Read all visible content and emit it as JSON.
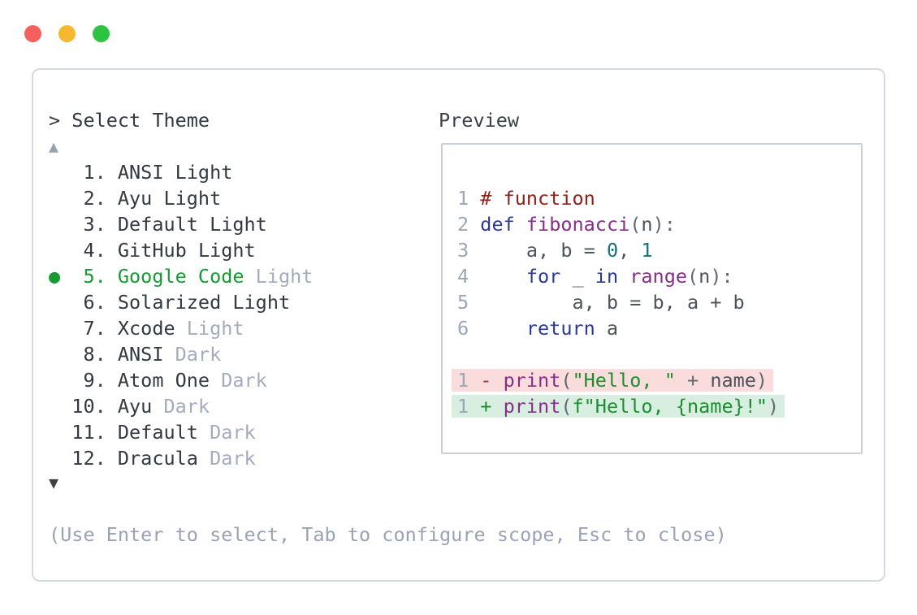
{
  "window": {
    "controls": [
      {
        "name": "close",
        "color": "#f4605c"
      },
      {
        "name": "minimize",
        "color": "#f5b82f"
      },
      {
        "name": "zoom",
        "color": "#2bc340"
      }
    ]
  },
  "prompt": "> Select Theme",
  "icons": {
    "scroll_up": "▲",
    "scroll_down": "▼",
    "selected_bullet": "●"
  },
  "themes": [
    {
      "number": "1",
      "name": "ANSI",
      "variant": "Light",
      "variant_dimmed": false,
      "selected": false
    },
    {
      "number": "2",
      "name": "Ayu",
      "variant": "Light",
      "variant_dimmed": false,
      "selected": false
    },
    {
      "number": "3",
      "name": "Default",
      "variant": "Light",
      "variant_dimmed": false,
      "selected": false
    },
    {
      "number": "4",
      "name": "GitHub",
      "variant": "Light",
      "variant_dimmed": false,
      "selected": false
    },
    {
      "number": "5",
      "name": "Google Code",
      "variant": "Light",
      "variant_dimmed": true,
      "selected": true
    },
    {
      "number": "6",
      "name": "Solarized",
      "variant": "Light",
      "variant_dimmed": false,
      "selected": false
    },
    {
      "number": "7",
      "name": "Xcode",
      "variant": "Light",
      "variant_dimmed": true,
      "selected": false
    },
    {
      "number": "8",
      "name": "ANSI",
      "variant": "Dark",
      "variant_dimmed": true,
      "selected": false
    },
    {
      "number": "9",
      "name": "Atom One",
      "variant": "Dark",
      "variant_dimmed": true,
      "selected": false
    },
    {
      "number": "10",
      "name": "Ayu",
      "variant": "Dark",
      "variant_dimmed": true,
      "selected": false
    },
    {
      "number": "11",
      "name": "Default",
      "variant": "Dark",
      "variant_dimmed": true,
      "selected": false
    },
    {
      "number": "12",
      "name": "Dracula",
      "variant": "Dark",
      "variant_dimmed": true,
      "selected": false
    }
  ],
  "preview": {
    "label": "Preview",
    "code_lines": [
      {
        "num": "1",
        "bg": null,
        "segments": [
          {
            "t": "# function",
            "c": "comment"
          }
        ]
      },
      {
        "num": "2",
        "bg": null,
        "segments": [
          {
            "t": "def",
            "c": "keyword"
          },
          {
            "t": " ",
            "c": "plain"
          },
          {
            "t": "fibonacci",
            "c": "type"
          },
          {
            "t": "(",
            "c": "punct"
          },
          {
            "t": "n",
            "c": "plain"
          },
          {
            "t": "):",
            "c": "punct"
          }
        ]
      },
      {
        "num": "3",
        "bg": null,
        "segments": [
          {
            "t": "    a, b = ",
            "c": "plain"
          },
          {
            "t": "0",
            "c": "literal"
          },
          {
            "t": ", ",
            "c": "plain"
          },
          {
            "t": "1",
            "c": "literal"
          }
        ]
      },
      {
        "num": "4",
        "bg": null,
        "segments": [
          {
            "t": "    ",
            "c": "plain"
          },
          {
            "t": "for",
            "c": "keyword"
          },
          {
            "t": " _ ",
            "c": "plain"
          },
          {
            "t": "in",
            "c": "keyword"
          },
          {
            "t": " ",
            "c": "plain"
          },
          {
            "t": "range",
            "c": "type"
          },
          {
            "t": "(",
            "c": "punct"
          },
          {
            "t": "n",
            "c": "plain"
          },
          {
            "t": "):",
            "c": "punct"
          }
        ]
      },
      {
        "num": "5",
        "bg": null,
        "segments": [
          {
            "t": "        a, b = b, a + b",
            "c": "plain"
          }
        ]
      },
      {
        "num": "6",
        "bg": null,
        "segments": [
          {
            "t": "    ",
            "c": "plain"
          },
          {
            "t": "return",
            "c": "keyword"
          },
          {
            "t": " a",
            "c": "plain"
          }
        ]
      },
      {
        "blank": true
      },
      {
        "num": "1",
        "bg": "removed",
        "segments": [
          {
            "t": "-",
            "c": "minus"
          },
          {
            "t": " ",
            "c": "plain"
          },
          {
            "t": "print",
            "c": "type"
          },
          {
            "t": "(",
            "c": "punct"
          },
          {
            "t": "\"Hello, \"",
            "c": "string"
          },
          {
            "t": " + ",
            "c": "punct"
          },
          {
            "t": "name",
            "c": "plain"
          },
          {
            "t": ")",
            "c": "punct"
          }
        ]
      },
      {
        "num": "1",
        "bg": "added",
        "segments": [
          {
            "t": "+",
            "c": "plus"
          },
          {
            "t": " ",
            "c": "plain"
          },
          {
            "t": "print",
            "c": "type"
          },
          {
            "t": "(",
            "c": "punct"
          },
          {
            "t": "f\"Hello, {name}!\"",
            "c": "string"
          },
          {
            "t": ")",
            "c": "punct"
          }
        ]
      }
    ]
  },
  "help_text": "(Use Enter to select, Tab to configure scope, Esc to close)",
  "colors": {
    "text": "#333942",
    "dim_variant": "#a3acbf",
    "muted": "#99a3b4",
    "selected_green": "#169a31",
    "syntax": {
      "line_number": "#9ba6b6",
      "comment": "#8e221b",
      "keyword": "#2c3897",
      "type": "#872f87",
      "literal": "#16707f",
      "string": "#1d8e2d",
      "plain": "#4d535b",
      "punct": "#636973",
      "minus": "#a23531",
      "plus": "#1f8d35"
    },
    "diff": {
      "removed_bg": "#fadcdc",
      "added_bg": "#d7eee0"
    }
  }
}
